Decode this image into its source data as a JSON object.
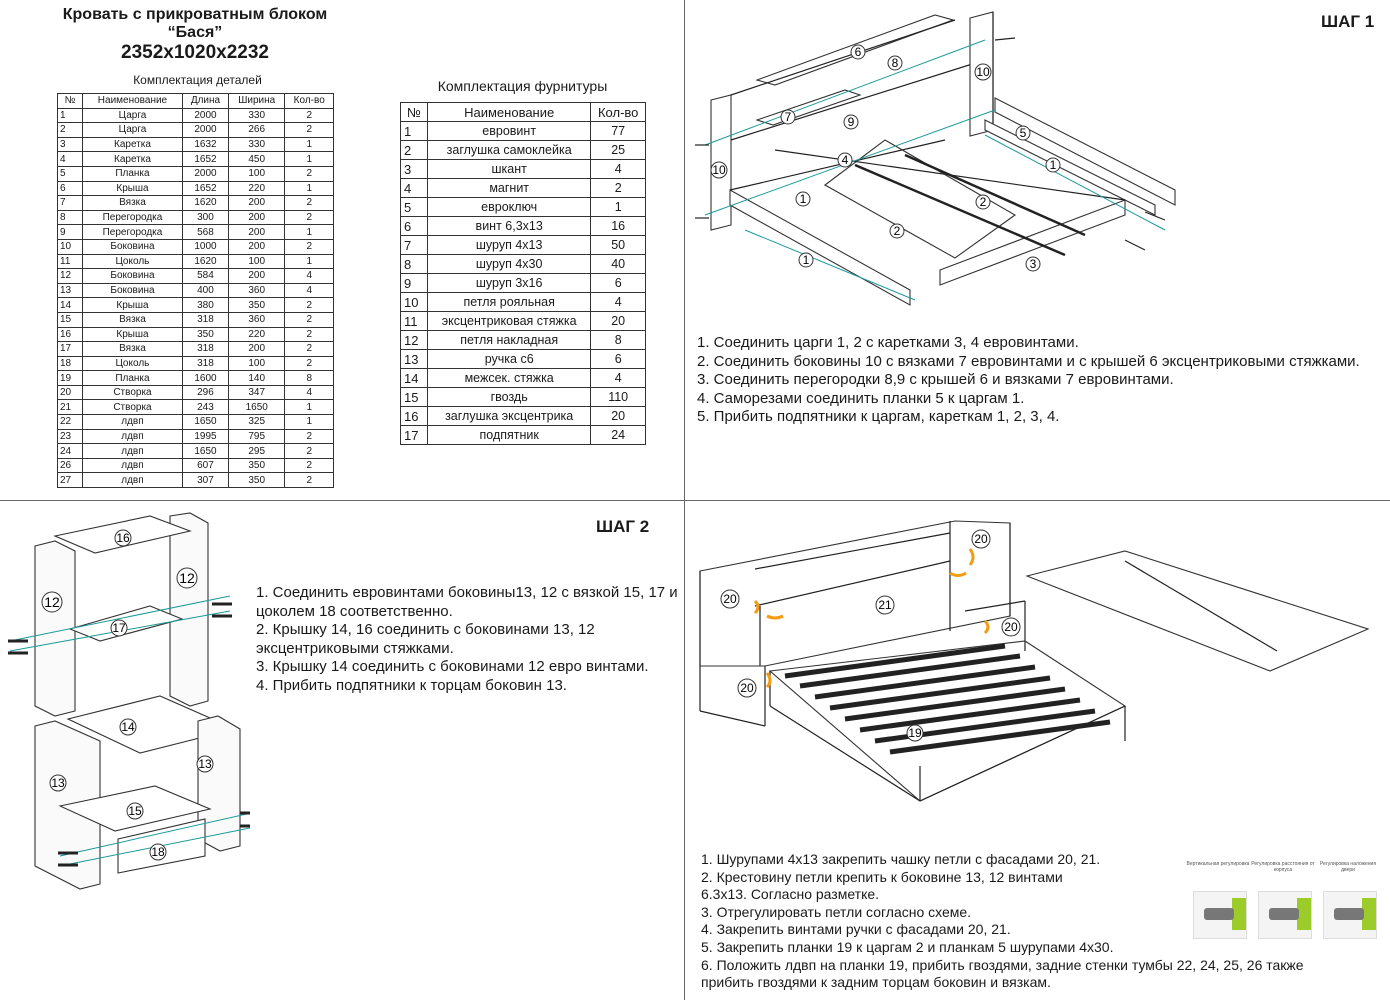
{
  "title": {
    "line1": "Кровать с прикроватным блоком",
    "line2": "“Бася”",
    "line3": "2352x1020x2232"
  },
  "parts": {
    "caption": "Комплектация деталей",
    "headers": [
      "№",
      "Наименование",
      "Длина",
      "Ширина",
      "Кол-во"
    ],
    "rows": [
      [
        "1",
        "Царга",
        "2000",
        "330",
        "2"
      ],
      [
        "2",
        "Царга",
        "2000",
        "266",
        "2"
      ],
      [
        "3",
        "Каретка",
        "1632",
        "330",
        "1"
      ],
      [
        "4",
        "Каретка",
        "1652",
        "450",
        "1"
      ],
      [
        "5",
        "Планка",
        "2000",
        "100",
        "2"
      ],
      [
        "6",
        "Крыша",
        "1652",
        "220",
        "1"
      ],
      [
        "7",
        "Вязка",
        "1620",
        "200",
        "2"
      ],
      [
        "8",
        "Перегородка",
        "300",
        "200",
        "2"
      ],
      [
        "9",
        "Перегородка",
        "568",
        "200",
        "1"
      ],
      [
        "10",
        "Боковина",
        "1000",
        "200",
        "2"
      ],
      [
        "11",
        "Цоколь",
        "1620",
        "100",
        "1"
      ],
      [
        "12",
        "Боковина",
        "584",
        "200",
        "4"
      ],
      [
        "13",
        "Боковина",
        "400",
        "360",
        "4"
      ],
      [
        "14",
        "Крыша",
        "380",
        "350",
        "2"
      ],
      [
        "15",
        "Вязка",
        "318",
        "360",
        "2"
      ],
      [
        "16",
        "Крыша",
        "350",
        "220",
        "2"
      ],
      [
        "17",
        "Вязка",
        "318",
        "200",
        "2"
      ],
      [
        "18",
        "Цоколь",
        "318",
        "100",
        "2"
      ],
      [
        "19",
        "Планка",
        "1600",
        "140",
        "8"
      ],
      [
        "20",
        "Створка",
        "296",
        "347",
        "4"
      ],
      [
        "21",
        "Створка",
        "243",
        "1650",
        "1"
      ],
      [
        "22",
        "лдвп",
        "1650",
        "325",
        "1"
      ],
      [
        "23",
        "лдвп",
        "1995",
        "795",
        "2"
      ],
      [
        "24",
        "лдвп",
        "1650",
        "295",
        "2"
      ],
      [
        "26",
        "лдвп",
        "607",
        "350",
        "2"
      ],
      [
        "27",
        "лдвп",
        "307",
        "350",
        "2"
      ]
    ]
  },
  "hardware": {
    "caption": "Комплектация фурнитуры",
    "headers": [
      "№",
      "Наименование",
      "Кол-во"
    ],
    "rows": [
      [
        "1",
        "евровинт",
        "77"
      ],
      [
        "2",
        "заглушка самоклейка",
        "25"
      ],
      [
        "3",
        "шкант",
        "4"
      ],
      [
        "4",
        "магнит",
        "2"
      ],
      [
        "5",
        "евроключ",
        "1"
      ],
      [
        "6",
        "винт 6,3x13",
        "16"
      ],
      [
        "7",
        "шуруп 4x13",
        "50"
      ],
      [
        "8",
        "шуруп 4x30",
        "40"
      ],
      [
        "9",
        "шуруп 3x16",
        "6"
      ],
      [
        "10",
        "петля рояльная",
        "4"
      ],
      [
        "11",
        "эксцентриковая стяжка",
        "20"
      ],
      [
        "12",
        "петля накладная",
        "8"
      ],
      [
        "13",
        "ручка с6",
        "6"
      ],
      [
        "14",
        "межсек. стяжка",
        "4"
      ],
      [
        "15",
        "гвоздь",
        "110"
      ],
      [
        "16",
        "заглушка эксцентрика",
        "20"
      ],
      [
        "17",
        "подпятник",
        "24"
      ]
    ]
  },
  "step1": {
    "label": "ШАГ 1",
    "instructions": [
      "1. Соединить царги 1, 2 с каретками 3, 4 евровинтами.",
      "2. Соединить боковины 10 с вязками 7 евровинтами и с крышей 6 эксцентриковыми стяжками.",
      "3. Соединить перегородки 8,9  с крышей 6 и вязками 7 евровинтами.",
      "4. Саморезами соединить планки 5 к царгам 1.",
      "5. Прибить подпятники к царгам, кареткам 1, 2, 3, 4."
    ],
    "callouts": [
      "1",
      "2",
      "3",
      "4",
      "5",
      "6",
      "7",
      "8",
      "9",
      "10"
    ]
  },
  "step2": {
    "label": "ШАГ 2",
    "instructions": [
      "1. Соединить евровинтами боковины13, 12 с вязкой 15, 17 и цоколем 18 соответственно.",
      "2. Крышку 14, 16  соединить с боковинами 13, 12 эксцентриковыми стяжками.",
      "3. Крышку 14 соединить с боковинами 12 евро винтами.",
      "4. Прибить подпятники к торцам боковин 13."
    ],
    "callouts": [
      "12",
      "13",
      "14",
      "15",
      "16",
      "17",
      "18"
    ]
  },
  "step3": {
    "instructions": [
      "1. Шурупами 4x13 закрепить  чашку петли с фасадами 20, 21.",
      "2. Крестовину петли крепить к боковине 13, 12 винтами",
      "6.3x13. Согласно разметке.",
      "3. Отрегулировать петли согласно схеме.",
      "4. Закрепить винтами ручки с фасадами 20, 21.",
      "5. Закрепить планки 19 к царгам 2 и планкам 5 шурупами 4x30.",
      "6. Положить лдвп на планки 19, прибить гвоздями, задние стенки тумбы 22, 24, 25, 26 также",
      " прибить гвоздями к задним торцам боковин и вязкам."
    ],
    "callouts": [
      "19",
      "20",
      "21"
    ],
    "thumb_captions": [
      "Вертикальная регулировка",
      "Регулировка расстояния от корпуса",
      "Регулировка наложения двери"
    ]
  }
}
